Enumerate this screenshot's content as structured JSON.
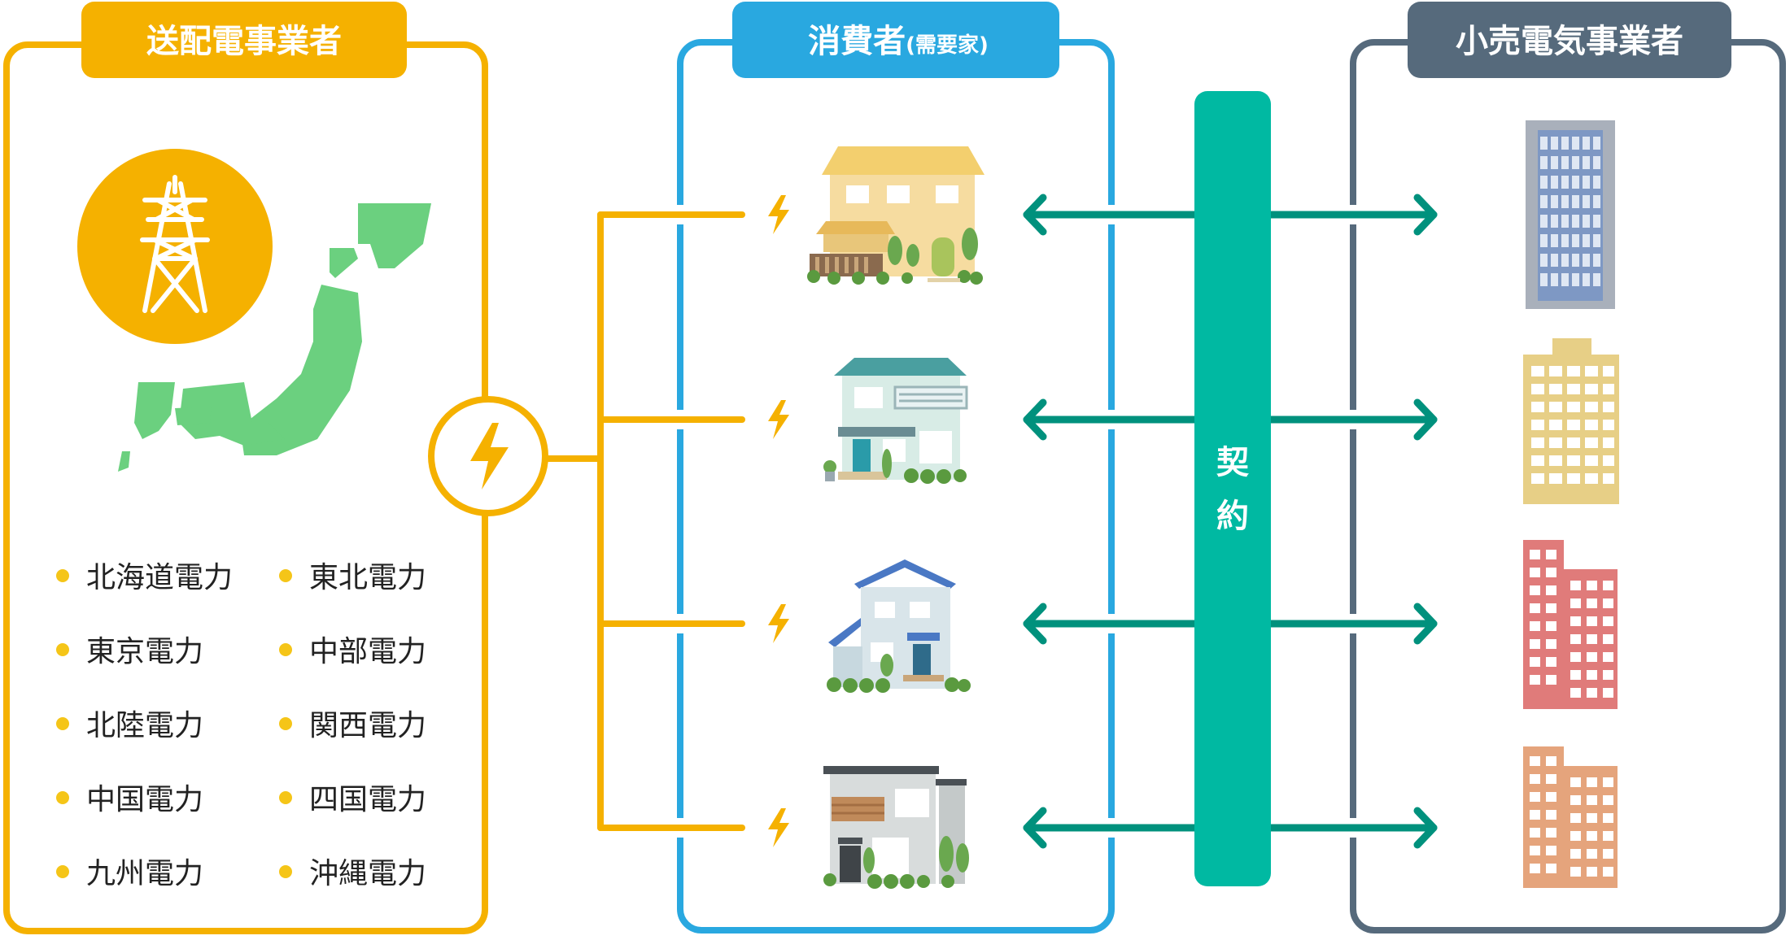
{
  "headers": {
    "transmission": "送配電事業者",
    "consumer_main": "消費者",
    "consumer_sub": "(需要家)",
    "retail": "小売電気事業者"
  },
  "contract_chars": [
    "契",
    "約"
  ],
  "companies": [
    "北海道電力",
    "東北電力",
    "東京電力",
    "中部電力",
    "北陸電力",
    "関西電力",
    "中国電力",
    "四国電力",
    "九州電力",
    "沖縄電力"
  ],
  "colors": {
    "transmission": "#f5b100",
    "consumer": "#29a8e0",
    "retail": "#566a7c",
    "contract": "#00b9a2",
    "arrow": "#00917d",
    "map": "#6bd07f",
    "bullet": "#f5c518"
  },
  "icons": {
    "tower": "power-tower-icon",
    "map": "japan-map-icon",
    "hub": "lightning-hub-icon",
    "bolt": "lightning-bolt-icon",
    "houses": [
      "house-yellow-icon",
      "house-mint-icon",
      "house-blue-roof-icon",
      "house-modern-icon"
    ],
    "buildings": [
      "building-gray-icon",
      "building-beige-icon",
      "building-red-icon",
      "building-orange-icon"
    ]
  }
}
